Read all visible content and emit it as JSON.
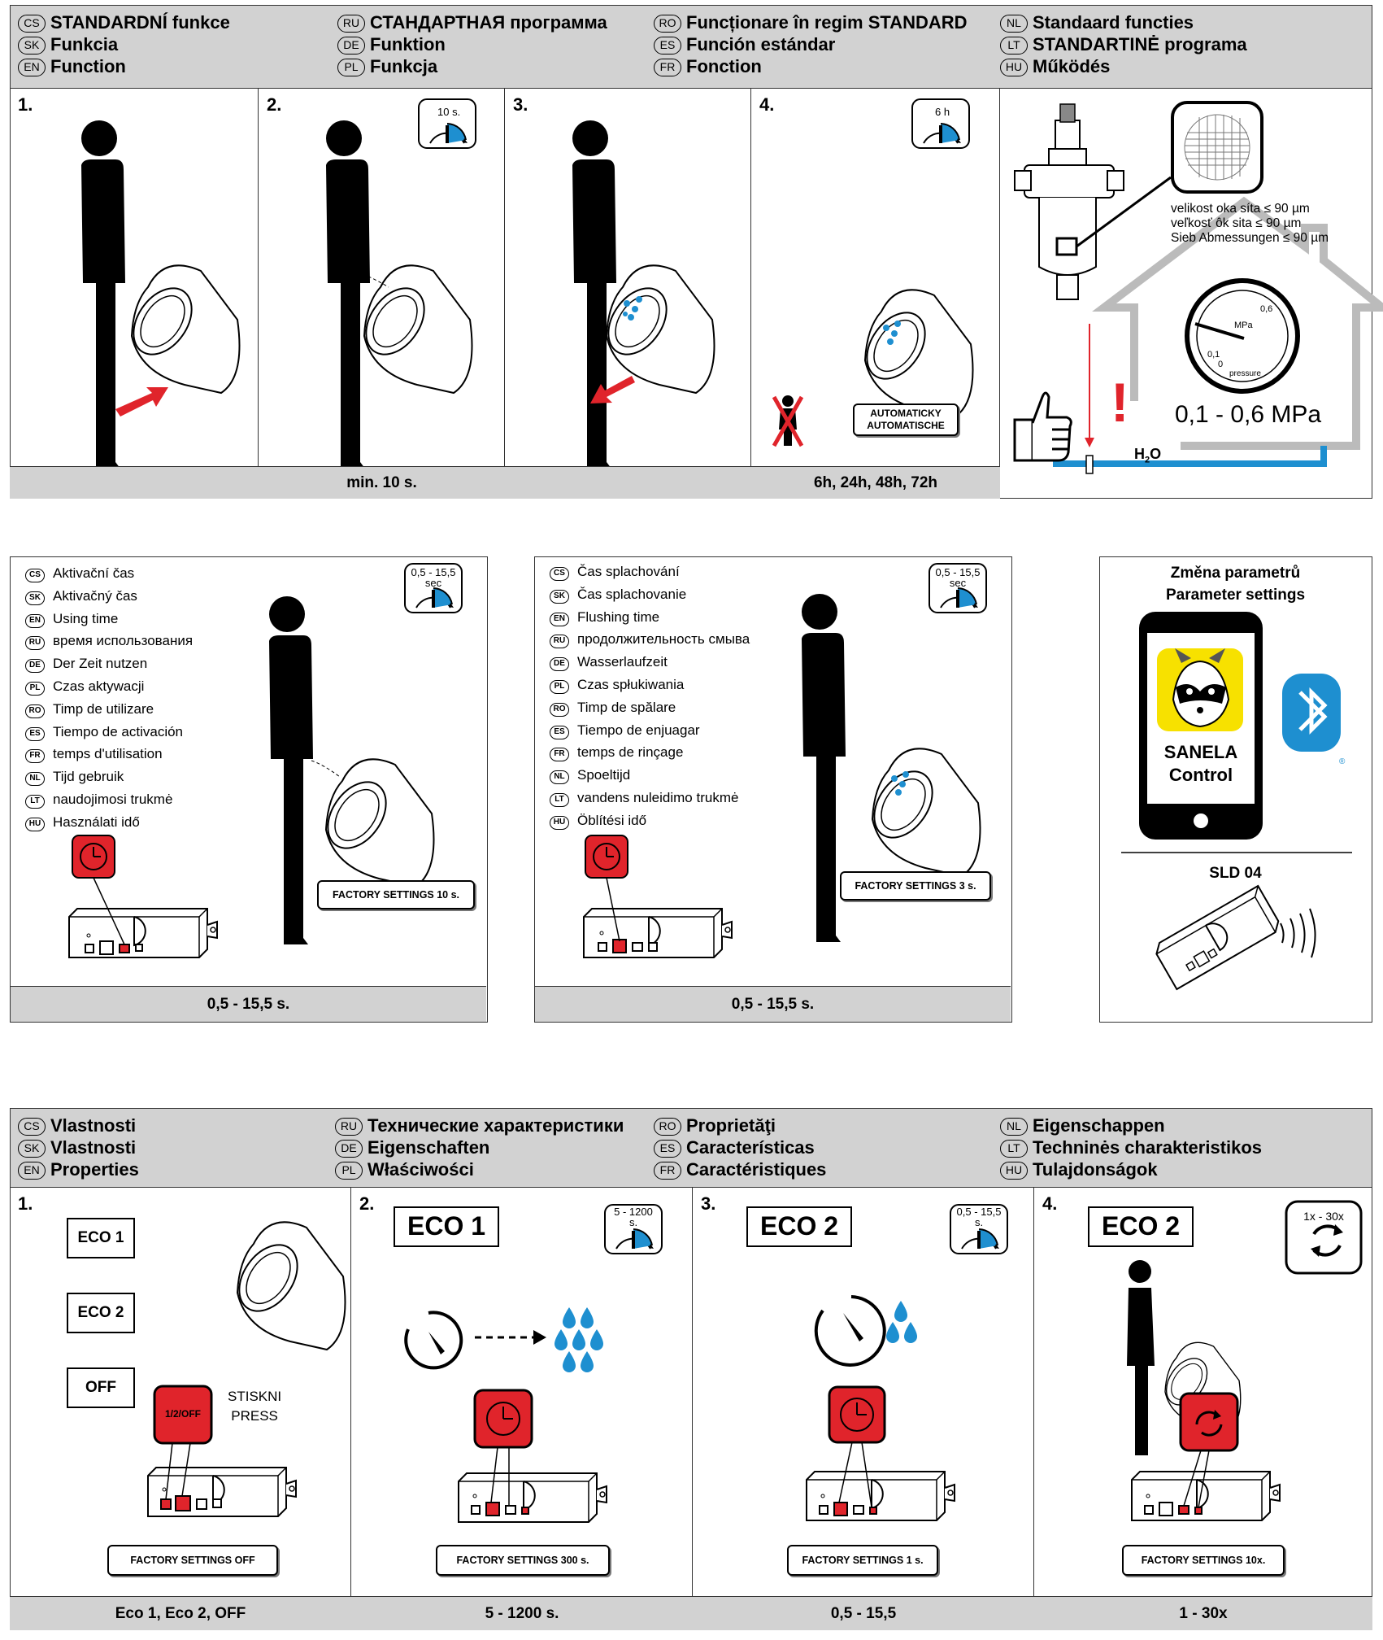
{
  "section1": {
    "header": [
      [
        {
          "code": "CS",
          "text": "STANDARDNÍ funkce"
        },
        {
          "code": "SK",
          "text": "Funkcia"
        },
        {
          "code": "EN",
          "text": "Function"
        }
      ],
      [
        {
          "code": "RU",
          "text": "СТАНДАРТНАЯ программа"
        },
        {
          "code": "DE",
          "text": "Funktion"
        },
        {
          "code": "PL",
          "text": "Funkcja"
        }
      ],
      [
        {
          "code": "RO",
          "text": "Funcționare în regim STANDARD"
        },
        {
          "code": "ES",
          "text": "Función estándar"
        },
        {
          "code": "FR",
          "text": "Fonction"
        }
      ],
      [
        {
          "code": "NL",
          "text": "Standaard functies"
        },
        {
          "code": "LT",
          "text": "STANDARTINĖ programa"
        },
        {
          "code": "HU",
          "text": "Működés"
        }
      ]
    ],
    "steps": [
      "1.",
      "2.",
      "3.",
      "4."
    ],
    "timer2": "10 s.",
    "timer4": "6 h",
    "footers": [
      "",
      "min. 10 s.",
      "",
      "6h, 24h, 48h, 72h"
    ],
    "automatic": [
      "AUTOMATICKY",
      "AUTOMATISCHE"
    ],
    "sieve": [
      "velikost oka síta ≤ 90 µm",
      "veľkosť ôk sita ≤ 90 µm",
      "Sieb Abmessungen ≤ 90 µm"
    ],
    "gauge": {
      "unit": "MPa",
      "label": "pressure",
      "t0": "0",
      "t01": "0,1",
      "t06": "0,6",
      "range": "0,1 - 0,6 MPa"
    },
    "warning": "!",
    "water": "H",
    "water_sub": "2",
    "water_end": "O"
  },
  "section2": {
    "left": {
      "items": [
        {
          "code": "CS",
          "text": "Aktivační čas"
        },
        {
          "code": "SK",
          "text": "Aktivačný čas"
        },
        {
          "code": "EN",
          "text": "Using time"
        },
        {
          "code": "RU",
          "text": "время использования"
        },
        {
          "code": "DE",
          "text": "Der Zeit nutzen"
        },
        {
          "code": "PL",
          "text": "Czas aktywacji"
        },
        {
          "code": "RO",
          "text": "Timp de utilizare"
        },
        {
          "code": "ES",
          "text": "Tiempo de activación"
        },
        {
          "code": "FR",
          "text": "temps d'utilisation"
        },
        {
          "code": "NL",
          "text": "Tijd gebruik"
        },
        {
          "code": "LT",
          "text": "naudojimosi trukmė"
        },
        {
          "code": "HU",
          "text": "Használati idő"
        }
      ],
      "timer": [
        "0,5 - 15,5",
        "sec"
      ],
      "factory": "FACTORY SETTINGS 10 s.",
      "footer": "0,5 - 15,5 s."
    },
    "middle": {
      "items": [
        {
          "code": "CS",
          "text": "Čas splachování"
        },
        {
          "code": "SK",
          "text": "Čas splachovanie"
        },
        {
          "code": "EN",
          "text": "Flushing time"
        },
        {
          "code": "RU",
          "text": "продолжительность смыва"
        },
        {
          "code": "DE",
          "text": "Wasserlaufzeit"
        },
        {
          "code": "PL",
          "text": "Czas spłukiwania"
        },
        {
          "code": "RO",
          "text": "Timp de spălare"
        },
        {
          "code": "ES",
          "text": "Tiempo de enjuagar"
        },
        {
          "code": "FR",
          "text": "temps de rinçage"
        },
        {
          "code": "NL",
          "text": "Spoeltijd"
        },
        {
          "code": "LT",
          "text": "vandens nuleidimo trukmė"
        },
        {
          "code": "HU",
          "text": "Öblítési idő"
        }
      ],
      "timer": [
        "0,5 - 15,5",
        "sec"
      ],
      "factory": "FACTORY SETTINGS 3 s.",
      "footer": "0,5 - 15,5 s."
    },
    "right": {
      "title1": "Změna parametrů",
      "title2": "Parameter settings",
      "app1": "SANELA",
      "app2": "Control",
      "reg": "®",
      "device": "SLD 04"
    }
  },
  "section3": {
    "header": [
      [
        {
          "code": "CS",
          "text": "Vlastnosti"
        },
        {
          "code": "SK",
          "text": "Vlastnosti"
        },
        {
          "code": "EN",
          "text": "Properties"
        }
      ],
      [
        {
          "code": "RU",
          "text": "Технические характеристики"
        },
        {
          "code": "DE",
          "text": "Eigenschaften"
        },
        {
          "code": "PL",
          "text": "Właściwości"
        }
      ],
      [
        {
          "code": "RO",
          "text": "Proprietăţi"
        },
        {
          "code": "ES",
          "text": "Características"
        },
        {
          "code": "FR",
          "text": "Caractéristiques"
        }
      ],
      [
        {
          "code": "NL",
          "text": "Eigenschappen"
        },
        {
          "code": "LT",
          "text": "Techninės charakteristikos"
        },
        {
          "code": "HU",
          "text": "Tulajdonságok"
        }
      ]
    ],
    "steps": [
      "1.",
      "2.",
      "3.",
      "4."
    ],
    "modes": [
      "ECO 1",
      "ECO 2",
      "OFF"
    ],
    "button": "1/2/OFF",
    "press": [
      "STISKNI",
      "PRESS"
    ],
    "eco1": "ECO 1",
    "eco2": "ECO 2",
    "timer2": [
      "5 - 1200",
      "s."
    ],
    "timer3": [
      "0,5 - 15,5",
      "s."
    ],
    "cycle": "1x - 30x",
    "factory": [
      "FACTORY SETTINGS OFF",
      "FACTORY SETTINGS 300 s.",
      "FACTORY SETTINGS 1 s.",
      "FACTORY SETTINGS 10x."
    ],
    "footers": [
      "Eco 1, Eco 2, OFF",
      "5 - 1200 s.",
      "0,5 - 15,5",
      "1 - 30x"
    ]
  },
  "colors": {
    "blue": "#1e8fd0",
    "red": "#e0242b",
    "gray": "#d2d2d2",
    "yellow": "#f7e100"
  }
}
